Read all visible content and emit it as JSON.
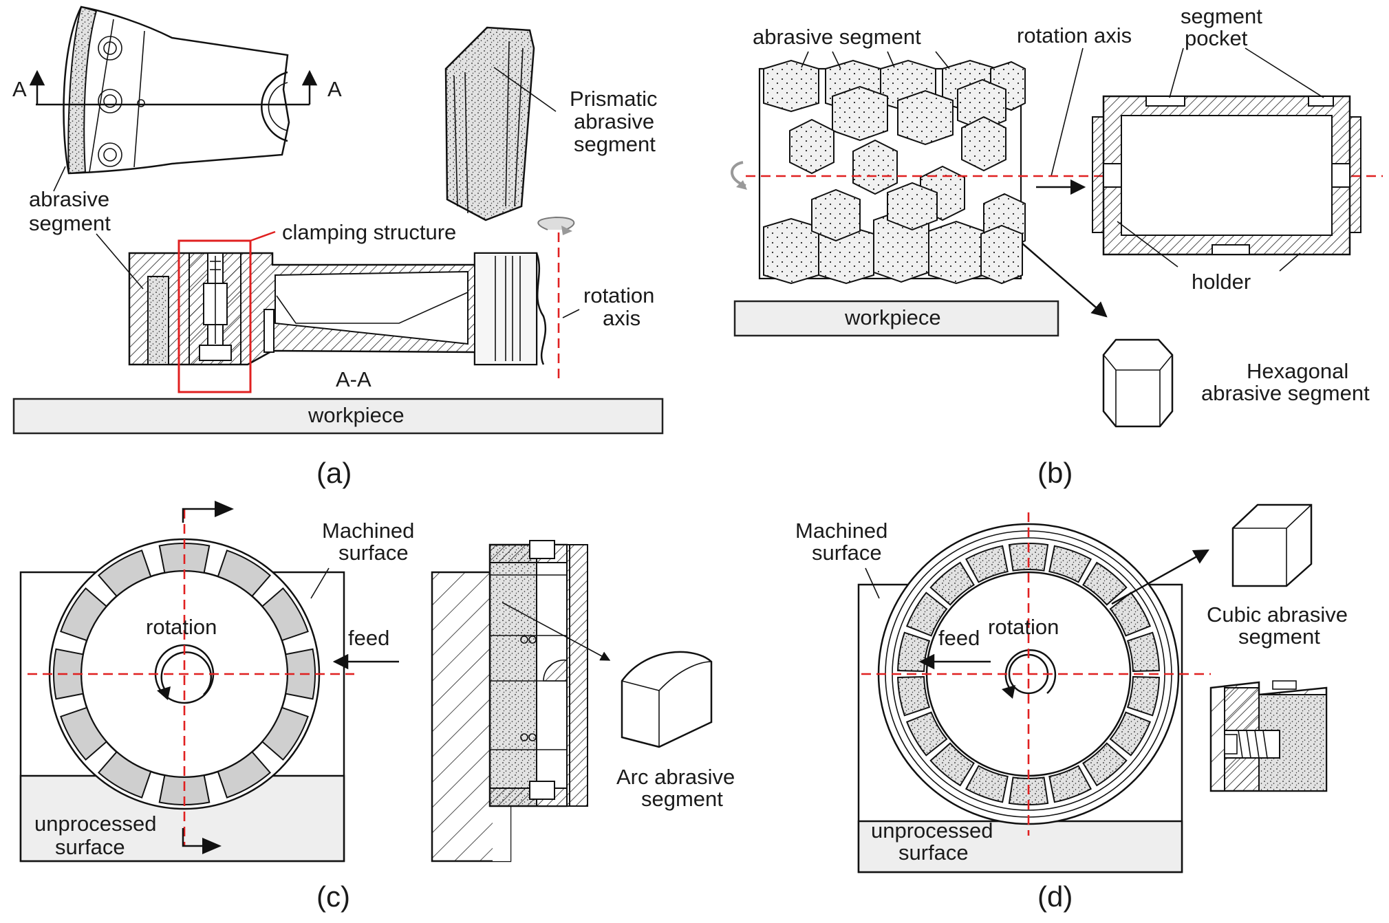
{
  "panels": {
    "a": {
      "caption": "(a)",
      "section_mark_left": "A",
      "section_mark_right": "A",
      "section_label": "A-A",
      "labels": {
        "abrasive_segment": [
          "abrasive",
          "segment"
        ],
        "prismatic_segment": [
          "Prismatic",
          "abrasive",
          "segment"
        ],
        "clamping_structure": "clamping structure",
        "rotation_axis": [
          "rotation",
          "axis"
        ],
        "workpiece": "workpiece"
      }
    },
    "b": {
      "caption": "(b)",
      "labels": {
        "abrasive_segment": "abrasive segment",
        "rotation_axis": "rotation axis",
        "segment_pocket": [
          "segment",
          "pocket"
        ],
        "holder": "holder",
        "workpiece": "workpiece",
        "hexagonal_segment": [
          "Hexagonal",
          "abrasive segment"
        ]
      }
    },
    "c": {
      "caption": "(c)",
      "labels": {
        "machined_surface": [
          "Machined",
          "surface"
        ],
        "rotation": "rotation",
        "feed": "feed",
        "unprocessed_surface": [
          "unprocessed",
          "surface"
        ],
        "arc_segment": [
          "Arc abrasive",
          "segment"
        ]
      }
    },
    "d": {
      "caption": "(d)",
      "labels": {
        "machined_surface": [
          "Machined",
          "surface"
        ],
        "feed": "feed",
        "rotation": "rotation",
        "unprocessed_surface": [
          "unprocessed",
          "surface"
        ],
        "cubic_segment": [
          "Cubic abrasive",
          "segment"
        ]
      }
    }
  },
  "colors": {
    "axis_line": "#e02020",
    "clamp_box": "#e02020",
    "workpiece_fill": "#eeeeee",
    "segment_fill": "#d8d8d8"
  }
}
